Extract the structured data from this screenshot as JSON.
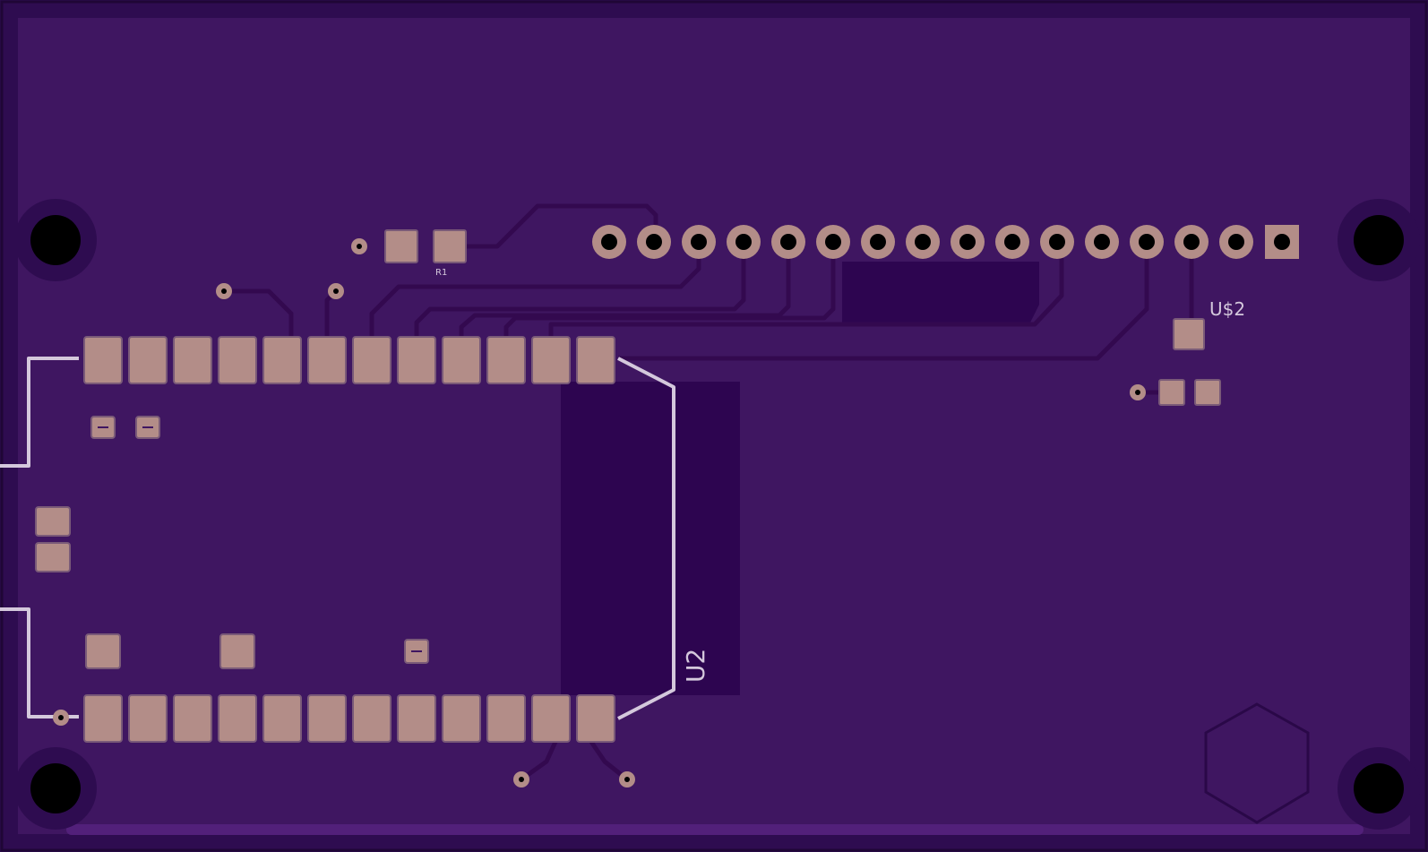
{
  "board": {
    "colors": {
      "outer": "#2e0c50",
      "substrate": "#3f1661",
      "rail": "#52207a",
      "dark_fill": "#2d0550",
      "trace": "#33094f",
      "pad": "#b38d88",
      "pad_outline": "#7a5a78",
      "hole": "#000000",
      "silk": "#d4c8dc",
      "via_ring": "#b38d88"
    },
    "labels": {
      "r1": "R1",
      "us2": "U$2",
      "u2": "U2"
    }
  }
}
